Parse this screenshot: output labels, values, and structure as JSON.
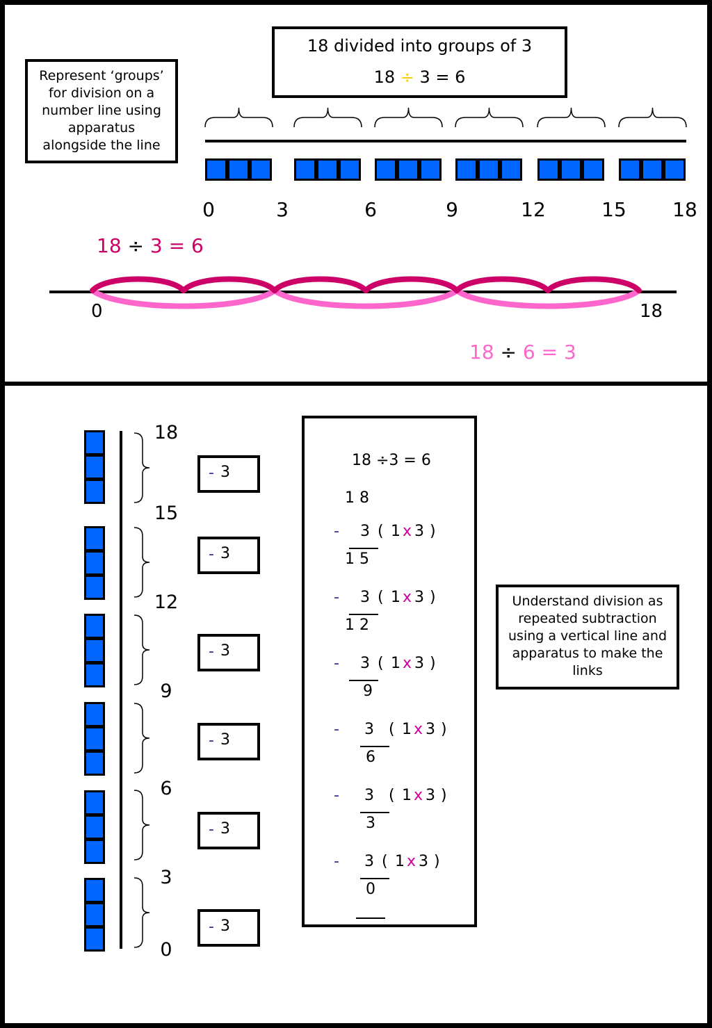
{
  "top": {
    "note": "Represent ‘groups’ for division on a number line using apparatus alongside the line",
    "title": "18 divided into groups of 3",
    "eq": {
      "a": "18",
      "op": "÷",
      "b": "3 = 6"
    },
    "number_labels": [
      "0",
      "3",
      "6",
      "9",
      "12",
      "15",
      "18"
    ],
    "jumps": {
      "start_label": "0",
      "end_label": "18",
      "eq_threes": {
        "a": "18",
        "op": "÷",
        "rest": "3 = 6"
      },
      "eq_sixes": {
        "a": "18",
        "op": "÷",
        "rest": "6 = 3"
      }
    }
  },
  "bottom": {
    "note": "Understand division as repeated subtraction using a vertical line and apparatus to make the links",
    "vertical_labels": [
      "18",
      "15",
      "12",
      "9",
      "6",
      "3",
      "0"
    ],
    "minus_box": {
      "sign": "-",
      "value": "3"
    },
    "method": {
      "equation": "18 ÷3 = 6",
      "start": "1 8",
      "rows": [
        {
          "sign": "-",
          "amount": "3",
          "open": "(",
          "left": "1",
          "times": "x",
          "right": "3",
          "close": ")",
          "remainder": "1 5"
        },
        {
          "sign": "-",
          "amount": "3",
          "open": "(",
          "left": "1",
          "times": "x",
          "right": "3",
          "close": ")",
          "remainder": "1 2"
        },
        {
          "sign": "-",
          "amount": "3",
          "open": "(",
          "left": "1",
          "times": "x",
          "right": "3",
          "close": ")",
          "remainder": "9"
        },
        {
          "sign": "-",
          "amount": "3",
          "open": "(",
          "left": "1",
          "times": "x",
          "right": "3",
          "close": ")",
          "remainder": "6"
        },
        {
          "sign": "-",
          "amount": "3",
          "open": "(",
          "left": "1",
          "times": "x",
          "right": "3",
          "close": ")",
          "remainder": "3"
        },
        {
          "sign": "-",
          "amount": "3",
          "open": "(",
          "left": "1",
          "times": "x",
          "right": "3",
          "close": ")",
          "remainder": "0"
        }
      ]
    }
  },
  "colors": {
    "cube": "#0066ff",
    "jump_threes": "#cc0066",
    "jump_sixes": "#ff66cc",
    "divide_sign": "#ffcc00",
    "minus_sign": "#333399",
    "times_sign": "#cc0099"
  }
}
